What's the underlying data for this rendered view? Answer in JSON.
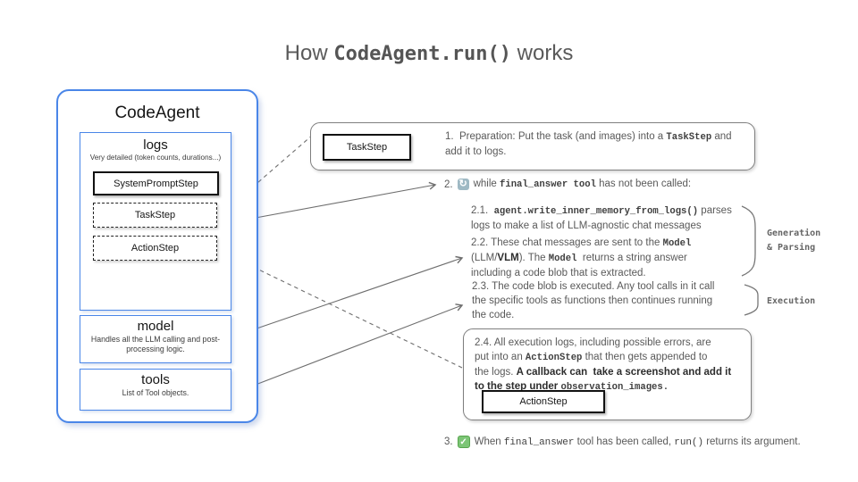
{
  "title": {
    "prefix": "How ",
    "code": "CodeAgent.run()",
    "suffix": " works"
  },
  "agent": {
    "title": "CodeAgent",
    "logs": {
      "title": "logs",
      "subtitle": "Very detailed (token counts, durations...)",
      "steps": [
        {
          "label": "SystemPromptStep",
          "border": "solid"
        },
        {
          "label": "TaskStep",
          "border": "dashed"
        },
        {
          "label": "ActionStep",
          "border": "dashed"
        }
      ]
    },
    "model": {
      "title": "model",
      "subtitle": "Handles all the LLM calling and post-processing logic."
    },
    "tools": {
      "title": "tools",
      "subtitle": "List of Tool objects."
    }
  },
  "notes": {
    "step1": {
      "box_label": "TaskStep",
      "text": [
        {
          "t": "1.  Preparation: Put the task (and images) into a ",
          "style": "plain"
        },
        {
          "t": "TaskStep",
          "style": "code"
        },
        {
          "t": " and\nadd it to logs.",
          "style": "plain"
        }
      ]
    },
    "step2": {
      "num": "2.",
      "text": [
        {
          "t": "while ",
          "style": "plain"
        },
        {
          "t": "final_answer tool",
          "style": "code"
        },
        {
          "t": " has not been called:",
          "style": "plain"
        }
      ]
    },
    "step21": {
      "text": [
        {
          "t": "2.1.  ",
          "style": "plain"
        },
        {
          "t": "agent.write_inner_memory_from_logs()",
          "style": "code"
        },
        {
          "t": " parses\nlogs to make a list of LLM-agnostic chat messages",
          "style": "plain"
        }
      ]
    },
    "step22": {
      "text": [
        {
          "t": "2.2. These chat messages are sent to the ",
          "style": "plain"
        },
        {
          "t": "Model",
          "style": "code"
        },
        {
          "t": "\n(LLM/",
          "style": "plain"
        },
        {
          "t": "VLM",
          "style": "bold"
        },
        {
          "t": "). The ",
          "style": "plain"
        },
        {
          "t": "Model",
          "style": "code"
        },
        {
          "t": "  returns a string answer\nincluding a code blob that is extracted.",
          "style": "plain"
        }
      ]
    },
    "step23": {
      "text": [
        {
          "t": "2.3. The code blob is executed. Any tool calls in it call\nthe specific tools as functions then continues running\nthe code.",
          "style": "plain"
        }
      ]
    },
    "step24": {
      "box_label": "ActionStep",
      "text": [
        {
          "t": "2.4. All execution logs, including possible errors, are\nput into an ",
          "style": "plain"
        },
        {
          "t": "ActionStep",
          "style": "code"
        },
        {
          "t": " that then gets appended to\nthe logs. ",
          "style": "plain"
        },
        {
          "t": "A callback can  take a screenshot and add it\nto the step under ",
          "style": "bold"
        },
        {
          "t": "observation_images.",
          "style": "code"
        }
      ]
    },
    "step3": {
      "num": "3.",
      "text": [
        {
          "t": "When ",
          "style": "plain"
        },
        {
          "t": "final_answer",
          "style": "codeplain"
        },
        {
          "t": " tool has been called, ",
          "style": "plain"
        },
        {
          "t": "run()",
          "style": "codeplain"
        },
        {
          "t": " returns its argument.",
          "style": "plain"
        }
      ]
    }
  },
  "side_labels": {
    "generation": "Generation\n& Parsing",
    "execution": "Execution"
  },
  "icons": {
    "loop_glyph": "↻",
    "check_glyph": "✓"
  },
  "colors": {
    "accent_blue": "#4a86e8",
    "border_gray": "#7f7f7f",
    "text_gray": "#595959",
    "loop_icon_bg": "#9fb9c4",
    "check_green": "#7cc576"
  }
}
